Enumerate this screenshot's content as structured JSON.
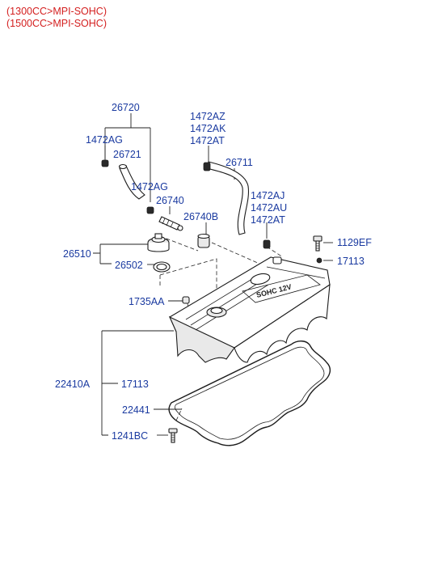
{
  "header": {
    "line1": "(1300CC>MPI-SOHC)",
    "line2": "(1500CC>MPI-SOHC)",
    "color": "#d42020"
  },
  "label_color": "#1a3aa0",
  "cover_text": "SOHC 12V",
  "labels": {
    "p26720": "26720",
    "p1472AG_a": "1472AG",
    "p26721": "26721",
    "p1472AG_b": "1472AG",
    "p26740": "26740",
    "p1472AZ": "1472AZ",
    "p1472AK": "1472AK",
    "p1472AT_a": "1472AT",
    "p26711": "26711",
    "p1472AJ": "1472AJ",
    "p1472AU": "1472AU",
    "p1472AT_b": "1472AT",
    "p26740B": "26740B",
    "p1129EF": "1129EF",
    "p26510": "26510",
    "p26502": "26502",
    "p17113_a": "17113",
    "p1735AA": "1735AA",
    "p22410A": "22410A",
    "p17113_b": "17113",
    "p22441": "22441",
    "p1241BC": "1241BC"
  }
}
